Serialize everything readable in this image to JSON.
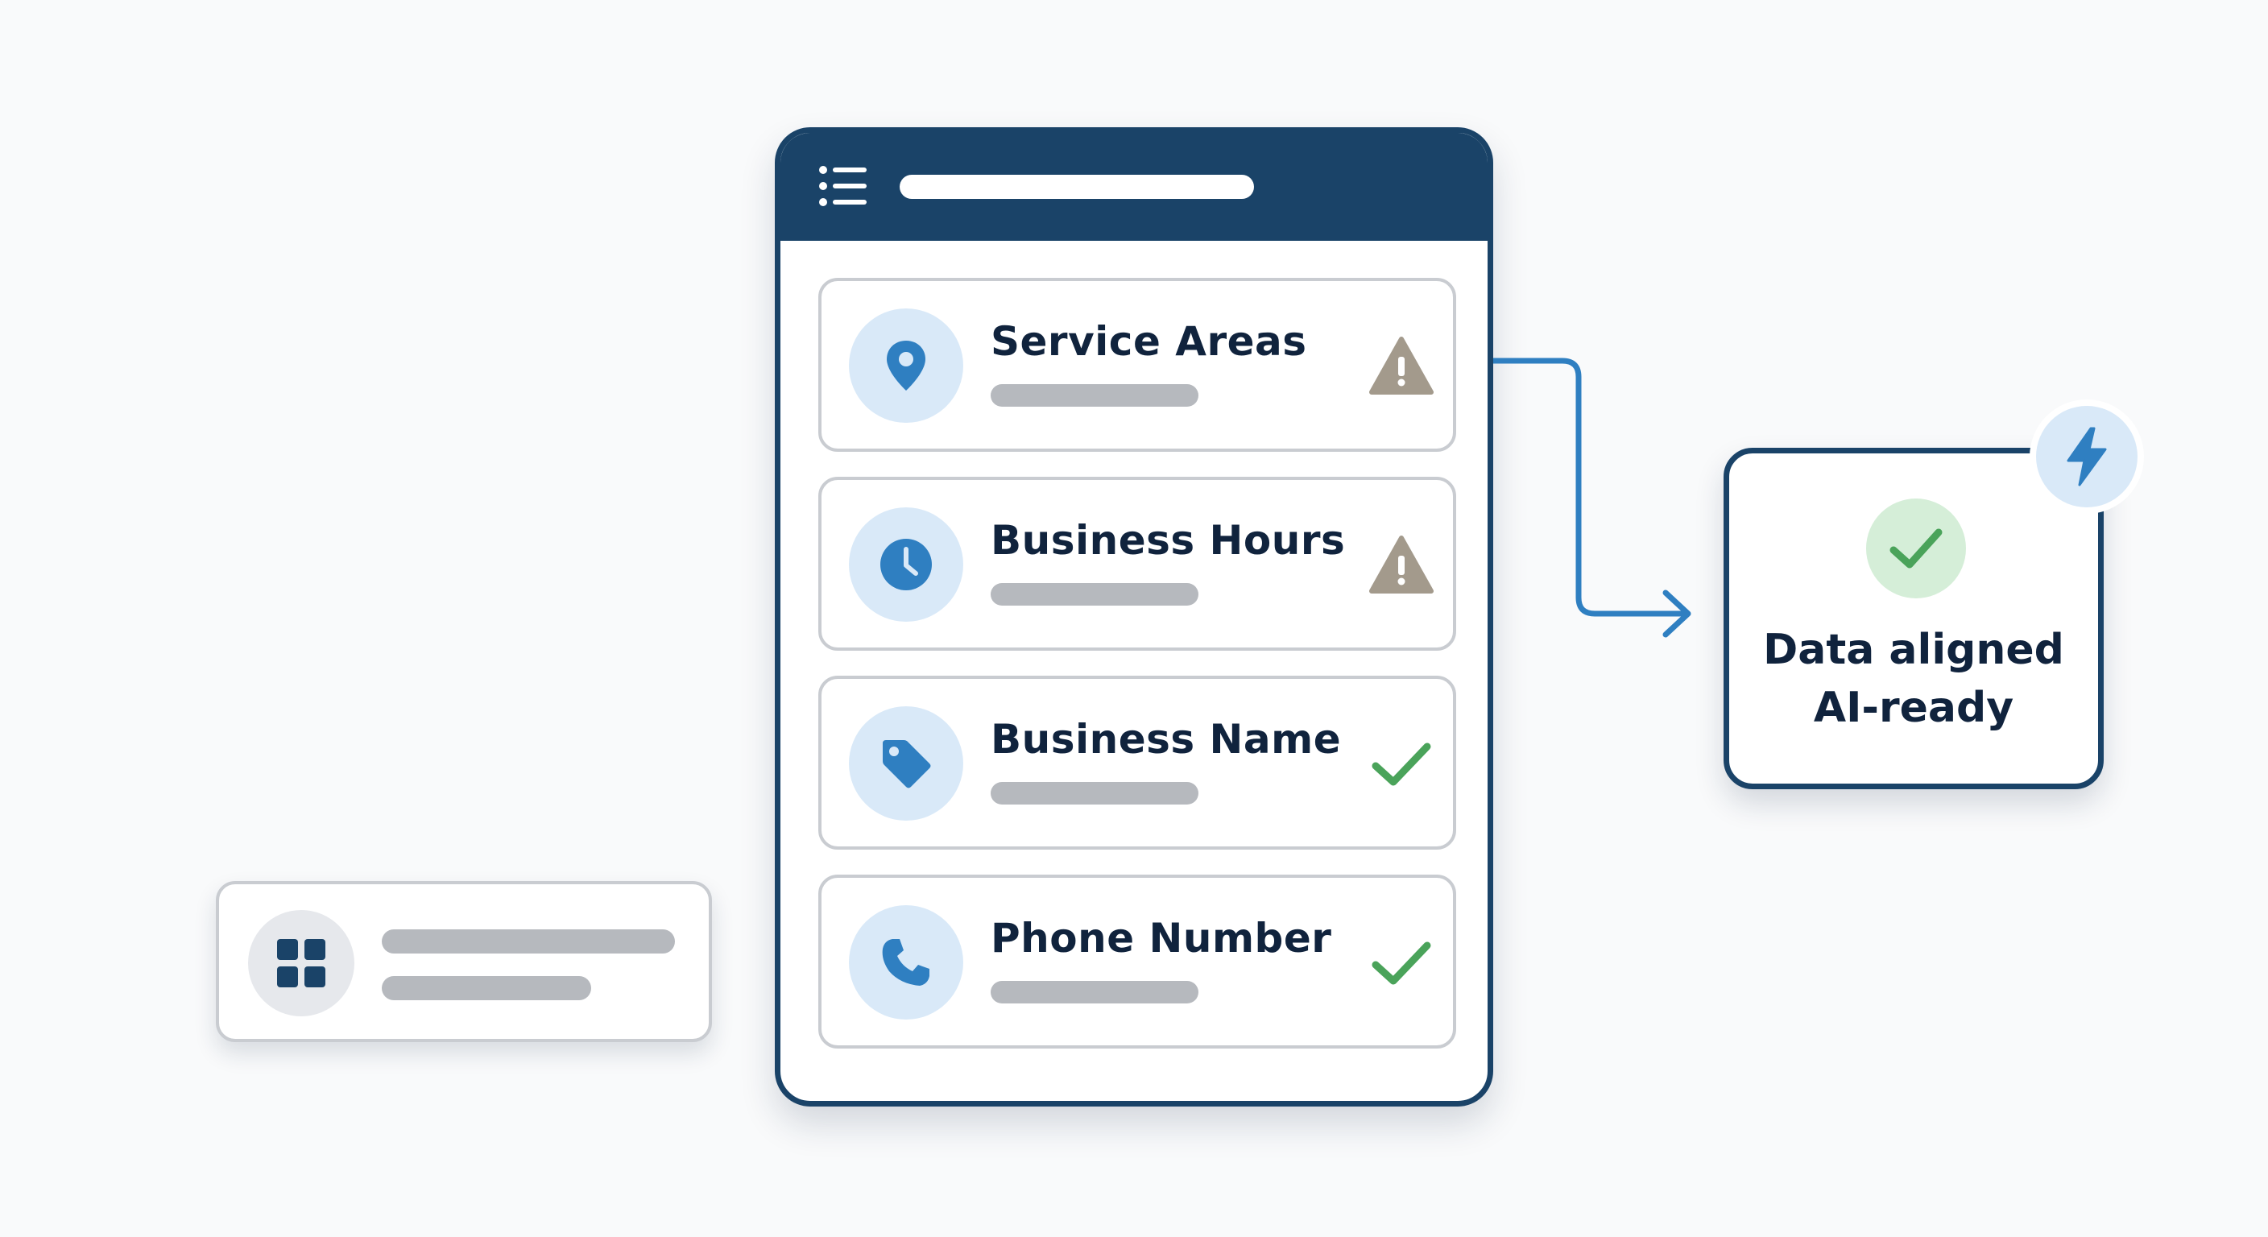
{
  "panel": {
    "fields": [
      {
        "label": "Service Areas",
        "icon": "map-pin-icon",
        "status": "warning"
      },
      {
        "label": "Business Hours",
        "icon": "clock-icon",
        "status": "warning"
      },
      {
        "label": "Business Name",
        "icon": "tag-icon",
        "status": "ok"
      },
      {
        "label": "Phone Number",
        "icon": "phone-icon",
        "status": "ok"
      }
    ]
  },
  "result": {
    "line1": "Data aligned",
    "line2": "AI-ready"
  },
  "colors": {
    "navy": "#1a4368",
    "accent_blue": "#2f7fc1",
    "icon_circle": "#d9e9f8",
    "warning": "#a39a8c",
    "success": "#4aa35a",
    "placeholder": "#b6b9be"
  }
}
